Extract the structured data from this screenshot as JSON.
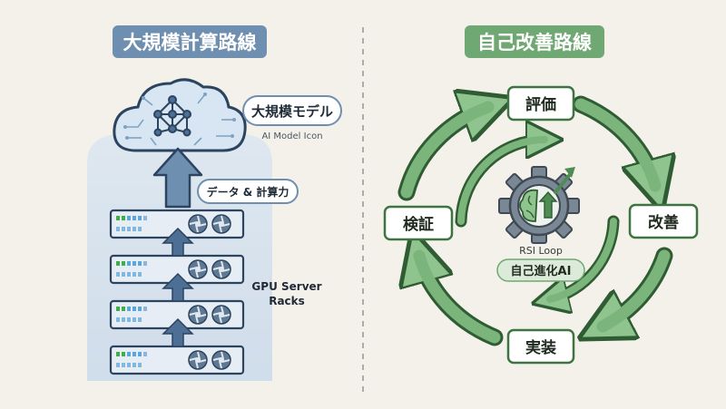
{
  "left": {
    "title": "大規模計算路線",
    "model_label": "大規模モデル",
    "model_caption": "AI Model Icon",
    "flow_label": "データ & 計算力",
    "rack_label_line1": "GPU Server",
    "rack_label_line2": "Racks"
  },
  "right": {
    "title": "自己改善路線",
    "nodes": {
      "top": "評価",
      "right": "改善",
      "bottom": "実装",
      "left": "検証"
    },
    "center_caption": "RSI Loop",
    "center_label": "自己進化AI"
  },
  "colors": {
    "left_accent": "#6f8fb0",
    "right_accent": "#6fa872",
    "loop_green": "#5f9b63",
    "arrow_blue": "#4d6f96",
    "background": "#f4f1ea"
  },
  "icons": [
    "cloud-icon",
    "neural-network-icon",
    "server-rack-icon",
    "fan-icon",
    "gear-icon",
    "brain-icon",
    "growth-arrow-icon"
  ]
}
